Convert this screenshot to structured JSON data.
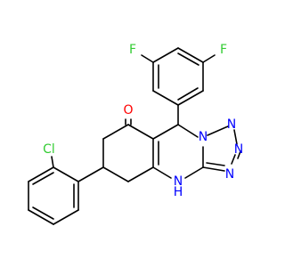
{
  "molecule": {
    "atoms": {
      "F_top_left": {
        "symbol": "F",
        "color": "#33cc33"
      },
      "F_top_right": {
        "symbol": "F",
        "color": "#33cc33"
      },
      "O_carbonyl": {
        "symbol": "O",
        "color": "#ff0000"
      },
      "N_triazole_1": {
        "symbol": "N",
        "color": "#0000ff"
      },
      "N_triazole_2": {
        "symbol": "N",
        "color": "#0000ff"
      },
      "N_triazole_3": {
        "symbol": "N",
        "color": "#0000ff"
      },
      "N_pyrimidine": {
        "symbol": "N",
        "color": "#0000ff"
      },
      "NH_ring": {
        "symbol": "N",
        "color": "#0000ff"
      },
      "H_on_N": {
        "symbol": "H",
        "color": "#0000ff"
      },
      "Cl_chloro": {
        "symbol": "Cl",
        "color": "#33cc33"
      }
    }
  }
}
